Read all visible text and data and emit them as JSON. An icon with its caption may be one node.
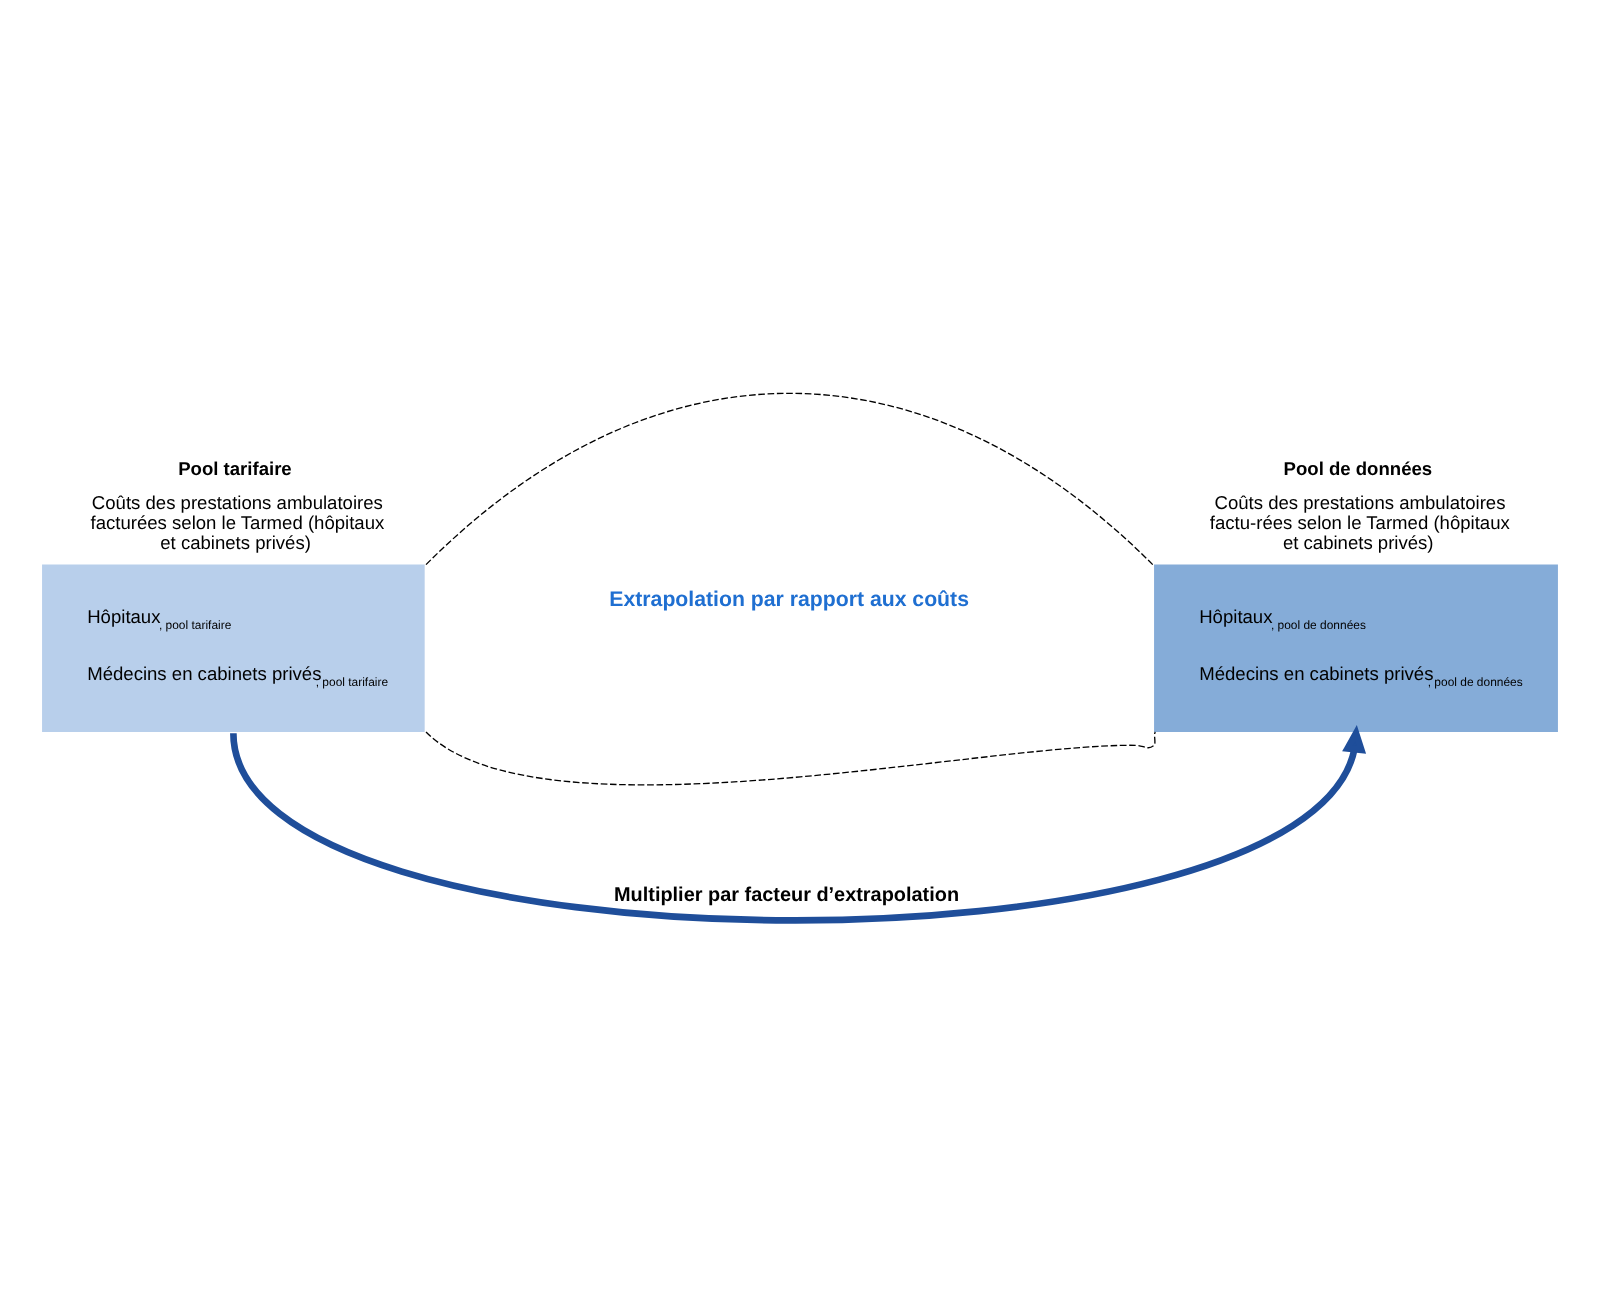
{
  "diagram": {
    "nodes": [
      {
        "text": [
          "Pool tarifaire",
          "Coûts des prestations ambulatoires facturées selon le Tarmed (hôpitaux et cabinets privés)",
          "Hôpitaux$_{, pool tarifaire}$",
          "Médecins en cabinets privés$_{, pool tarifaire}$"
        ]
      },
      {
        "text": [
          "Pool de données",
          "Coûts des prestations ambulatoires factu-rées selon le Tarmed (hôpitaux et cabinets privés)",
          "Hôpitaux$_{, pool de données}$",
          "Médecins en cabinets privés$_{, pool de données}$"
        ]
      }
    ],
    "edges": [
      {
        "from": 0,
        "to": 1,
        "arrow": "none",
        "style": "dashed"
      },
      {
        "from": 0,
        "to": 1,
        "arrow": "none",
        "style": "dashed"
      },
      {
        "from": 0,
        "to": 1,
        "arrow": "to",
        "style": "thick",
        "color": "#1f4e9a",
        "label": "Multiplier par facteur d’extrapolation"
      }
    ],
    "labels": [
      "Extrapolation par rapport aux coûts"
    ]
  }
}
